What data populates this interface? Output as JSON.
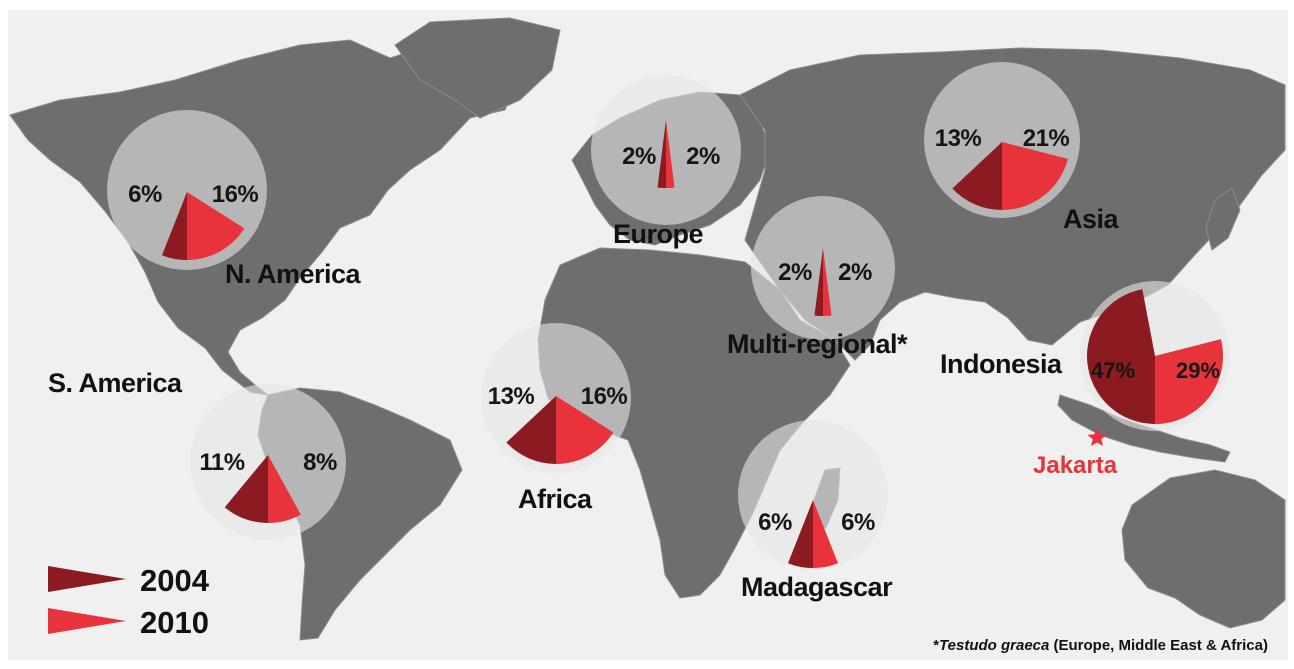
{
  "colors": {
    "sea": "#f0f0f0",
    "land": "#6e6e6e",
    "borders": "#8c8c8c",
    "bubble": "#e6e6e6",
    "series_2004": "#8b1a21",
    "series_2010": "#e8333d",
    "city": "#e8333d"
  },
  "chart_data": {
    "type": "pie",
    "series": [
      {
        "name": "2004"
      },
      {
        "name": "2010"
      }
    ],
    "regions": [
      {
        "name": "N. America",
        "v2004": 6,
        "v2010": 16,
        "label_2004": "6%",
        "label_2010": "16%"
      },
      {
        "name": "S. America",
        "v2004": 11,
        "v2010": 8,
        "label_2004": "11%",
        "label_2010": "8%"
      },
      {
        "name": "Europe",
        "v2004": 2,
        "v2010": 2,
        "label_2004": "2%",
        "label_2010": "2%"
      },
      {
        "name": "Multi-regional*",
        "v2004": 2,
        "v2010": 2,
        "label_2004": "2%",
        "label_2010": "2%"
      },
      {
        "name": "Asia",
        "v2004": 13,
        "v2010": 21,
        "label_2004": "13%",
        "label_2010": "21%"
      },
      {
        "name": "Africa",
        "v2004": 13,
        "v2010": 16,
        "label_2004": "13%",
        "label_2010": "16%"
      },
      {
        "name": "Madagascar",
        "v2004": 6,
        "v2010": 6,
        "label_2004": "6%",
        "label_2010": "6%"
      },
      {
        "name": "Indonesia",
        "v2004": 47,
        "v2010": 29,
        "label_2004": "47%",
        "label_2010": "29%"
      }
    ],
    "legend": [
      "2004",
      "2010"
    ],
    "legend_position": "bottom-left"
  },
  "city": {
    "name": "Jakarta",
    "icon": "star-icon"
  },
  "footnote": {
    "marker": "*",
    "species": "Testudo graeca",
    "rest": " (Europe, Middle East & Africa)"
  }
}
